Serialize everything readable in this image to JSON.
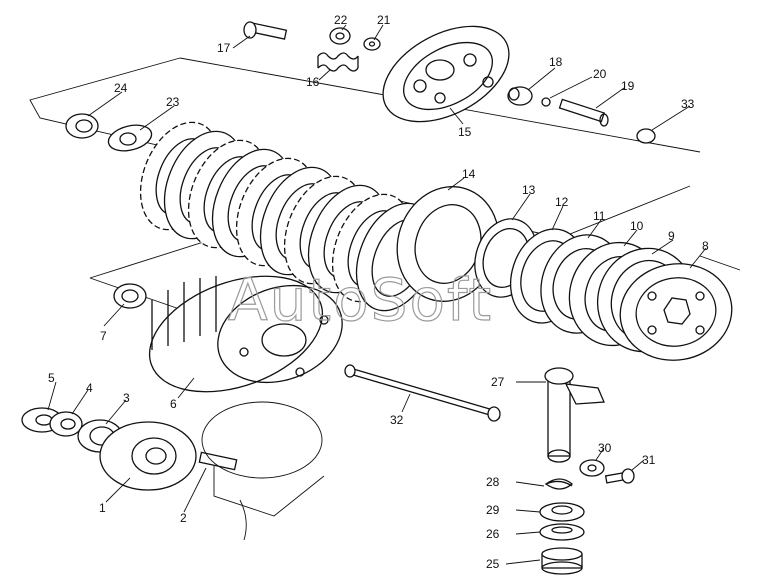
{
  "watermark": "AutoSoft",
  "part_numbers": {
    "p1": "1",
    "p2": "2",
    "p3": "3",
    "p4": "4",
    "p5": "5",
    "p6": "6",
    "p7": "7",
    "p8": "8",
    "p9": "9",
    "p10": "10",
    "p11": "11",
    "p12": "12",
    "p13": "13",
    "p14": "14",
    "p15": "15",
    "p16": "16",
    "p17": "17",
    "p18": "18",
    "p19": "19",
    "p20": "20",
    "p21": "21",
    "p22": "22",
    "p23": "23",
    "p24": "24",
    "p25": "25",
    "p26": "26",
    "p27": "27",
    "p28": "28",
    "p29": "29",
    "p30": "30",
    "p31": "31",
    "p32": "32",
    "p33": "33"
  }
}
